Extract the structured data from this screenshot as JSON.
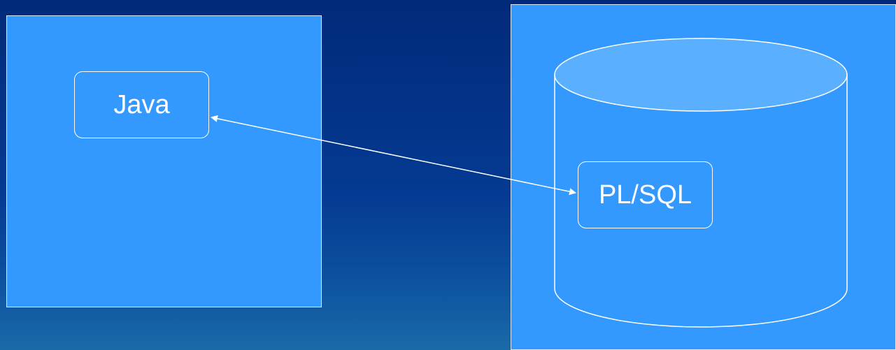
{
  "diagram": {
    "client_box": {
      "label": "Java"
    },
    "database_box": {
      "label": "PL/SQL"
    },
    "connector": {
      "type": "bidirectional-arrow"
    },
    "colors": {
      "background_top": "#022a7a",
      "background_bottom": "#1a6aa8",
      "panel_fill": "#3399ff",
      "cylinder_top_fill": "#5aafff",
      "stroke": "#ffffff"
    }
  }
}
